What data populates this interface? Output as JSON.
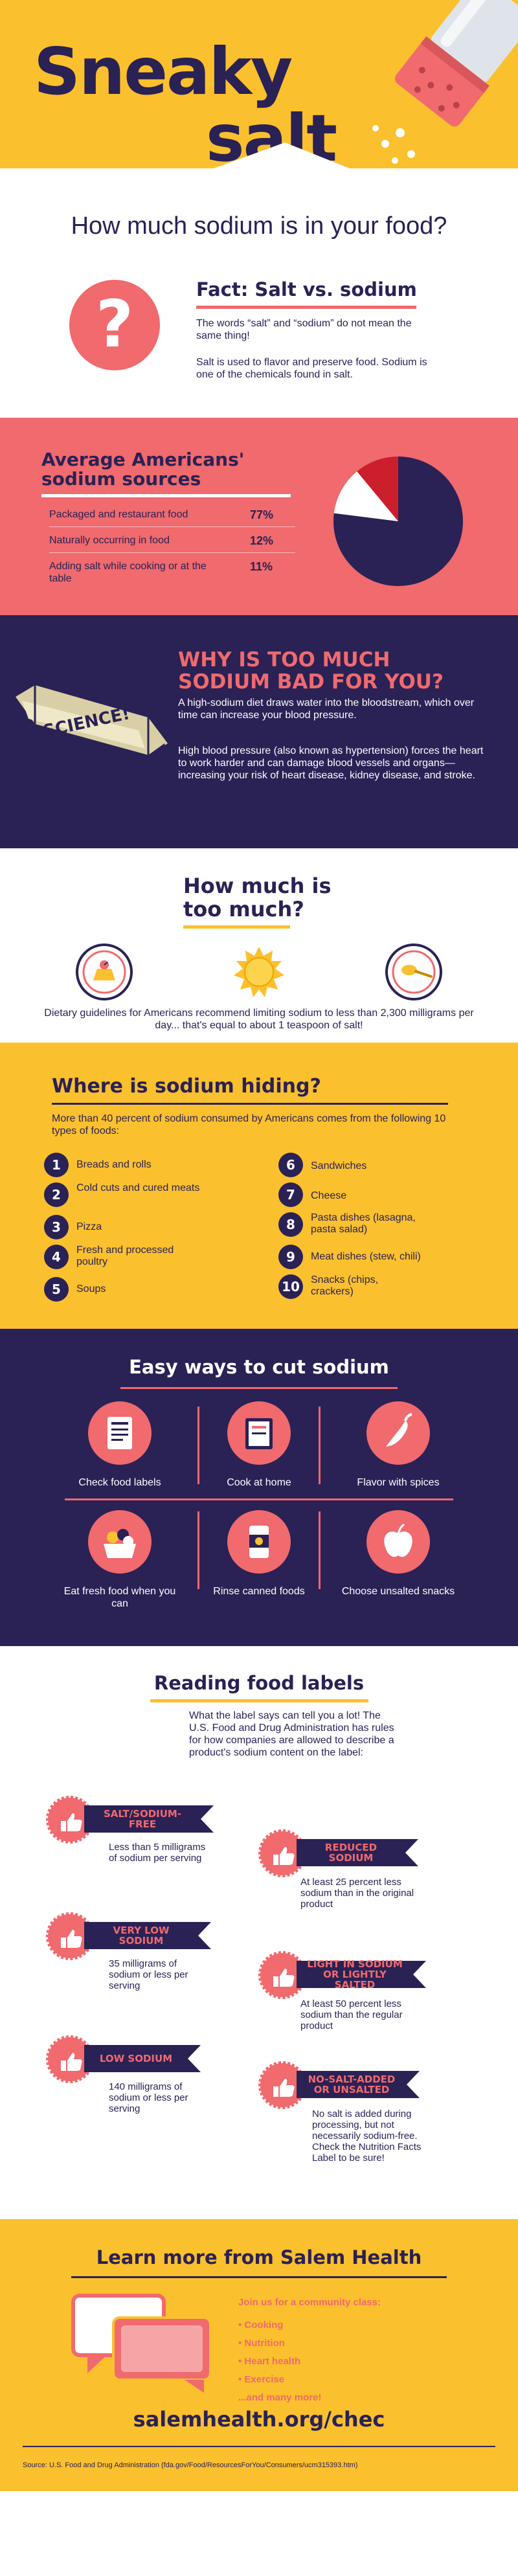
{
  "hero": {
    "title_line1": "Sneaky",
    "title_line2": "salt"
  },
  "question": "How much sodium is in your food?",
  "fact": {
    "icon": "question-mark-icon",
    "title": "Fact: Salt vs. sodium",
    "p1": "The words “salt” and “sodium” do not mean the same thing!",
    "p2": "Salt is used to flavor and preserve food. Sodium is one of the chemicals found in salt."
  },
  "sources": {
    "title": "Average Americans' sodium sources",
    "rows": [
      {
        "label": "Packaged and restaurant food",
        "value": "77%"
      },
      {
        "label": "Naturally occurring in food",
        "value": "12%"
      },
      {
        "label": "Adding salt while cooking or at the table",
        "value": "11%"
      }
    ]
  },
  "chart_data": {
    "type": "pie",
    "categories": [
      "Packaged and restaurant food",
      "Naturally occurring in food",
      "Adding salt while cooking or at the table"
    ],
    "values": [
      77,
      12,
      11
    ],
    "colors": [
      "#2a2155",
      "#ffffff",
      "#cc1f2d"
    ],
    "title": ""
  },
  "why": {
    "banner": "SCIENCE!",
    "title": "WHY IS TOO MUCH SODIUM BAD FOR YOU?",
    "p1": "A high-sodium diet draws water into the bloodstream, which over time can increase your blood pressure.",
    "p2": "High blood pressure (also known as hypertension) forces the heart to work harder and can damage blood vessels and organs—increasing your risk of heart disease, kidney disease, and stroke."
  },
  "much": {
    "title": "How much is too much?",
    "icons": [
      "scale-icon",
      "salt-crystal-icon",
      "teaspoon-icon"
    ],
    "text": "Dietary guidelines for Americans recommend limiting sodium to less than 2,300 milligrams per day... that's equal to about 1 teaspoon of salt!"
  },
  "hiding": {
    "title": "Where is sodium hiding?",
    "intro": "More than 40 percent of sodium consumed by Americans comes from the following 10 types of foods:",
    "items": [
      {
        "num": "1",
        "label": "Breads and rolls"
      },
      {
        "num": "2",
        "label": "Cold cuts and cured meats"
      },
      {
        "num": "3",
        "label": "Pizza"
      },
      {
        "num": "4",
        "label": "Fresh and processed poultry"
      },
      {
        "num": "5",
        "label": "Soups"
      },
      {
        "num": "6",
        "label": "Sandwiches"
      },
      {
        "num": "7",
        "label": "Cheese"
      },
      {
        "num": "8",
        "label": "Pasta dishes (lasagna, pasta salad)"
      },
      {
        "num": "9",
        "label": "Meat dishes (stew, chili)"
      },
      {
        "num": "10",
        "label": "Snacks (chips, crackers)"
      }
    ]
  },
  "easy": {
    "title": "Easy ways to cut sodium",
    "tiles": [
      {
        "icon": "food-label-icon",
        "label": "Check food labels"
      },
      {
        "icon": "cookbook-icon",
        "label": "Cook at home"
      },
      {
        "icon": "chili-pepper-icon",
        "label": "Flavor with spices"
      },
      {
        "icon": "produce-basket-icon",
        "label": "Eat fresh food when you can"
      },
      {
        "icon": "canned-food-icon",
        "label": "Rinse canned foods"
      },
      {
        "icon": "apple-icon",
        "label": "Choose unsalted snacks"
      }
    ]
  },
  "labels": {
    "title": "Reading food labels",
    "intro": "What the label says can tell you a lot! The U.S. Food and Drug Administration has rules for how companies are allowed to describe a product's sodium content on the label:",
    "cards": [
      {
        "ribbon": "SALT/SODIUM-FREE",
        "desc": "Less than 5 milligrams of sodium per serving"
      },
      {
        "ribbon": "REDUCED SODIUM",
        "desc": "At least 25 percent less sodium than in the original product"
      },
      {
        "ribbon": "VERY LOW SODIUM",
        "desc": "35 milligrams of sodium or less per serving"
      },
      {
        "ribbon": "LIGHT IN SODIUM OR LIGHTLY SALTED",
        "desc": "At least 50 percent less sodium than the regular product"
      },
      {
        "ribbon": "LOW SODIUM",
        "desc": "140 milligrams of sodium or less per serving"
      },
      {
        "ribbon": "NO-SALT-ADDED OR UNSALTED",
        "desc": "No salt is added during processing, but not necessarily sodium-free. Check the Nutrition Facts Label to be sure!"
      }
    ]
  },
  "learn": {
    "title": "Learn more from Salem Health",
    "join": "Join us for a community class:",
    "classes": [
      "• Cooking",
      "• Nutrition",
      "• Heart health",
      "• Exercise",
      "...and many more!"
    ],
    "url": "salemhealth.org/chec"
  },
  "source": "Source: U.S. Food and Drug Administration (fda.gov/Food/ResourcesForYou/Consumers/ucm315393.htm)"
}
